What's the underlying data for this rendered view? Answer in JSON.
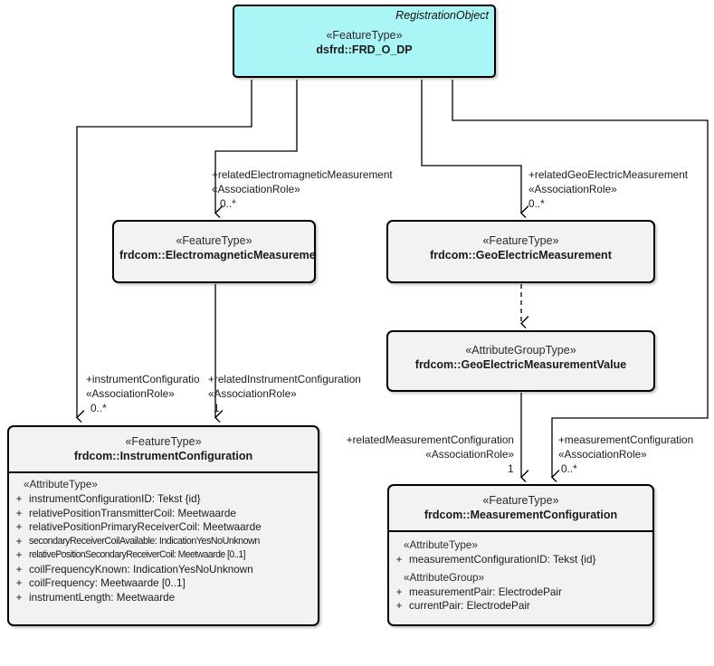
{
  "diagram": {
    "type": "uml-class-diagram",
    "title_corner": "RegistrationObject"
  },
  "classes": {
    "root": {
      "stereotype": "«FeatureType»",
      "name": "dsfrd::FRD_O_DP",
      "corner": "RegistrationObject",
      "fill": "#aaf5f5"
    },
    "electromagnetic": {
      "stereotype": "«FeatureType»",
      "name": "frdcom::ElectromagneticMeasurement",
      "fill": "#f2f2f2"
    },
    "geoelectric": {
      "stereotype": "«FeatureType»",
      "name": "frdcom::GeoElectricMeasurement",
      "fill": "#f2f2f2"
    },
    "geoelectricvalue": {
      "stereotype": "«AttributeGroupType»",
      "name": "frdcom::GeoElectricMeasurementValue",
      "fill": "#f2f2f2"
    },
    "instrumentconfig": {
      "stereotype": "«FeatureType»",
      "name": "frdcom::InstrumentConfiguration",
      "fill": "#f2f2f2",
      "sections": [
        {
          "group": "«AttributeType»",
          "attributes": [
            {
              "vis": "+",
              "text": "instrumentConfigurationID: Tekst {id}"
            },
            {
              "vis": "+",
              "text": "relativePositionTransmitterCoil: Meetwaarde"
            },
            {
              "vis": "+",
              "text": "relativePositionPrimaryReceiverCoil: Meetwaarde"
            },
            {
              "vis": "+",
              "text": "secondaryReceiverCoilAvailable: IndicationYesNoUnknown"
            },
            {
              "vis": "+",
              "text": "relativePositionSecondaryReceiverCoil: Meetwaarde [0..1]"
            },
            {
              "vis": "+",
              "text": "coilFrequencyKnown: IndicationYesNoUnknown"
            },
            {
              "vis": "+",
              "text": "coilFrequency: Meetwaarde [0..1]"
            },
            {
              "vis": "+",
              "text": "instrumentLength: Meetwaarde"
            }
          ]
        }
      ]
    },
    "measurementconfig": {
      "stereotype": "«FeatureType»",
      "name": "frdcom::MeasurementConfiguration",
      "fill": "#f2f2f2",
      "sections": [
        {
          "group": "«AttributeType»",
          "attributes": [
            {
              "vis": "+",
              "text": "measurementConfigurationID: Tekst {id}"
            }
          ]
        },
        {
          "group": "«AttributeGroup»",
          "attributes": [
            {
              "vis": "+",
              "text": "measurementPair: ElectrodePair"
            },
            {
              "vis": "+",
              "text": "currentPair: ElectrodePair"
            }
          ]
        }
      ]
    }
  },
  "connectors": [
    {
      "id": "rel-electromagnetic",
      "role": "+relatedElectromagneticMeasurement",
      "stereotype": "«AssociationRole»",
      "multiplicity": "0..*",
      "from": "root",
      "to": "electromagnetic"
    },
    {
      "id": "rel-geoelectric",
      "role": "+relatedGeoElectricMeasurement",
      "stereotype": "«AssociationRole»",
      "multiplicity": "0..*",
      "from": "root",
      "to": "geoelectric"
    },
    {
      "id": "instrument-configuratio",
      "role": "+instrumentConfiguratio",
      "stereotype": "«AssociationRole»",
      "multiplicity": "0..*",
      "from": "root",
      "to": "instrumentconfig"
    },
    {
      "id": "rel-instrument-configuration",
      "role": "+relatedInstrumentConfiguration",
      "stereotype": "«AssociationRole»",
      "multiplicity": "1",
      "from": "electromagnetic",
      "to": "instrumentconfig"
    },
    {
      "id": "rel-measurement-configuration",
      "role": "+relatedMeasurementConfiguration",
      "stereotype": "«AssociationRole»",
      "multiplicity": "1",
      "from": "geoelectricvalue",
      "to": "measurementconfig"
    },
    {
      "id": "measurement-configuration",
      "role": "+measurementConfiguration",
      "stereotype": "«AssociationRole»",
      "multiplicity": "0..*",
      "from": "root",
      "to": "measurementconfig"
    },
    {
      "id": "geoelectric-value-dependency",
      "role": "",
      "stereotype": "",
      "multiplicity": "",
      "from": "geoelectric",
      "to": "geoelectricvalue",
      "style": "dashed"
    }
  ]
}
